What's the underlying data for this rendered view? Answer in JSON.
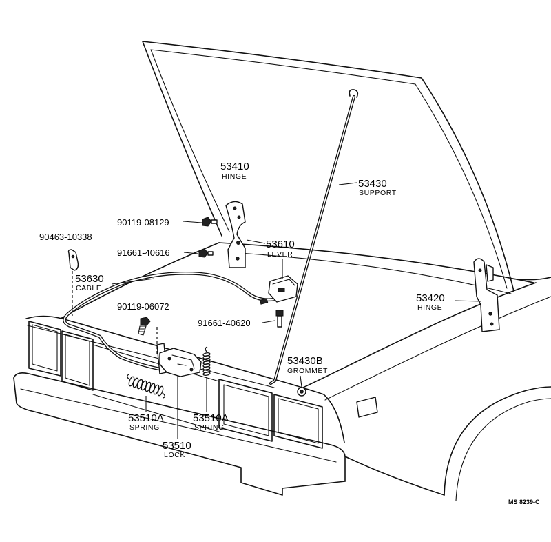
{
  "diagram": {
    "code": "MS 8239-C"
  },
  "parts": {
    "hinge_left": {
      "number": "53410",
      "name": "HINGE"
    },
    "bolt_08129": {
      "number": "90119-08129"
    },
    "clip_10338": {
      "number": "90463-10338"
    },
    "bolt_40616": {
      "number": "91661-40616"
    },
    "lever": {
      "number": "53610",
      "name": "LEVER"
    },
    "cable": {
      "number": "53630",
      "name": "CABLE"
    },
    "support": {
      "number": "53430",
      "name": "SUPPORT"
    },
    "hinge_right": {
      "number": "53420",
      "name": "HINGE"
    },
    "bolt_06072": {
      "number": "90119-06072"
    },
    "bolt_40620": {
      "number": "91661-40620"
    },
    "grommet": {
      "number": "53430B",
      "name": "GROMMET"
    },
    "spring_left": {
      "number": "53510A",
      "name": "SPRING"
    },
    "spring_right": {
      "number": "53510A",
      "name": "SPRING"
    },
    "lock": {
      "number": "53510",
      "name": "LOCK"
    }
  }
}
